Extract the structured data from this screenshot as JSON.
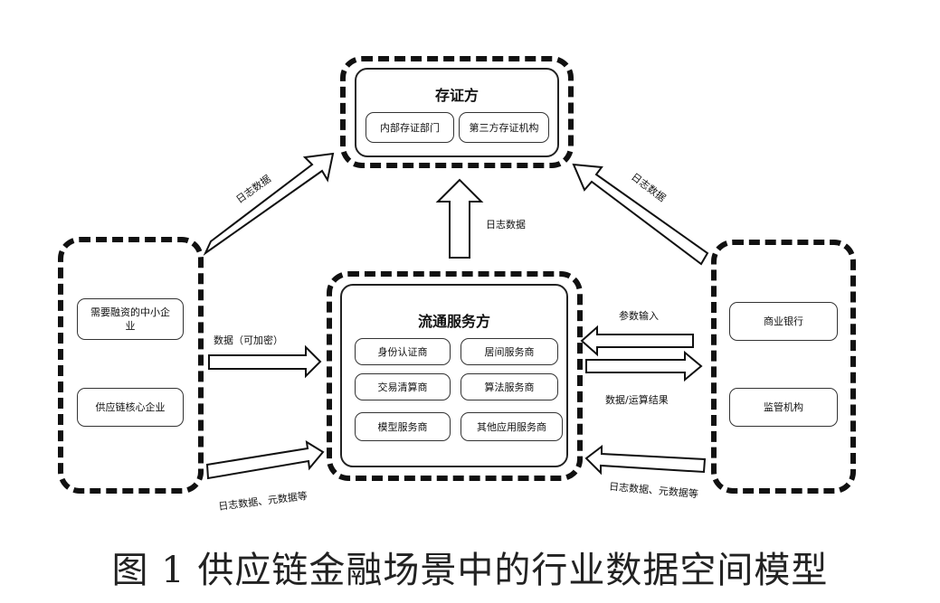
{
  "evidence": {
    "title": "存证方",
    "items": [
      "内部存证部门",
      "第三方存证机构"
    ]
  },
  "circulation": {
    "title": "流通服务方",
    "items": [
      "身份认证商",
      "居间服务商",
      "交易清算商",
      "算法服务商",
      "模型服务商",
      "其他应用服务商"
    ]
  },
  "left_group": {
    "items": [
      "需要融资的中小企业",
      "供应链核心企业"
    ]
  },
  "right_group": {
    "items": [
      "商业银行",
      "监管机构"
    ]
  },
  "edge_labels": {
    "left_to_evidence": "日志数据",
    "center_to_evidence": "日志数据",
    "right_to_evidence": "日志数据",
    "left_data": "数据（可加密）",
    "left_log": "日志数据、元数据等",
    "right_params": "参数输入",
    "right_results": "数据/运算结果",
    "right_log": "日志数据、元数据等"
  },
  "caption": "图 1  供应链金融场景中的行业数据空间模型"
}
